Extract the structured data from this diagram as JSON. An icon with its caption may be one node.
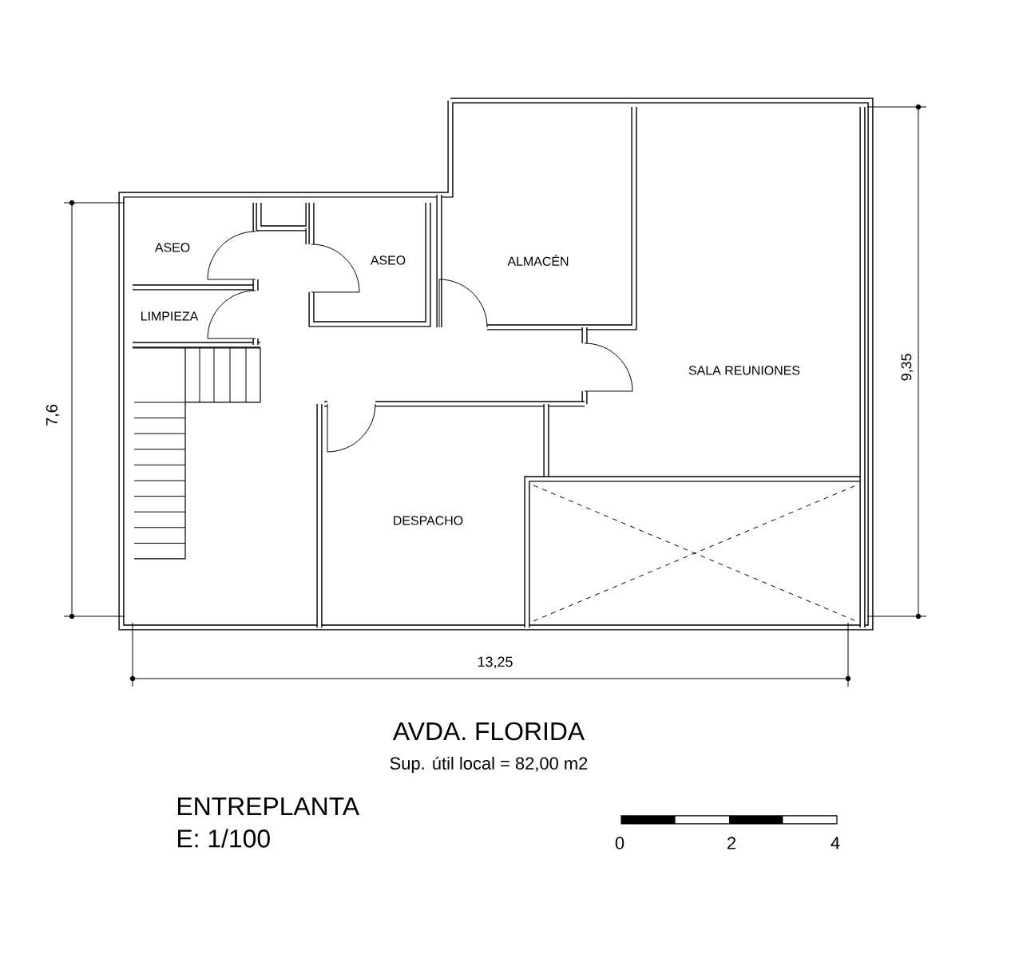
{
  "diagram": {
    "title": "AVDA. FLORIDA",
    "labels": [
      "ASEO",
      "ASEO",
      "ALMACÉN",
      "LIMPIEZA",
      "SALA REUNIONES",
      "9,35",
      "7,6",
      "DESPACHO",
      "13,25",
      "Sup. útil local = 82,00 m2",
      "ENTREPLANTA",
      "E: 1/100",
      "0",
      "2",
      "4"
    ]
  }
}
